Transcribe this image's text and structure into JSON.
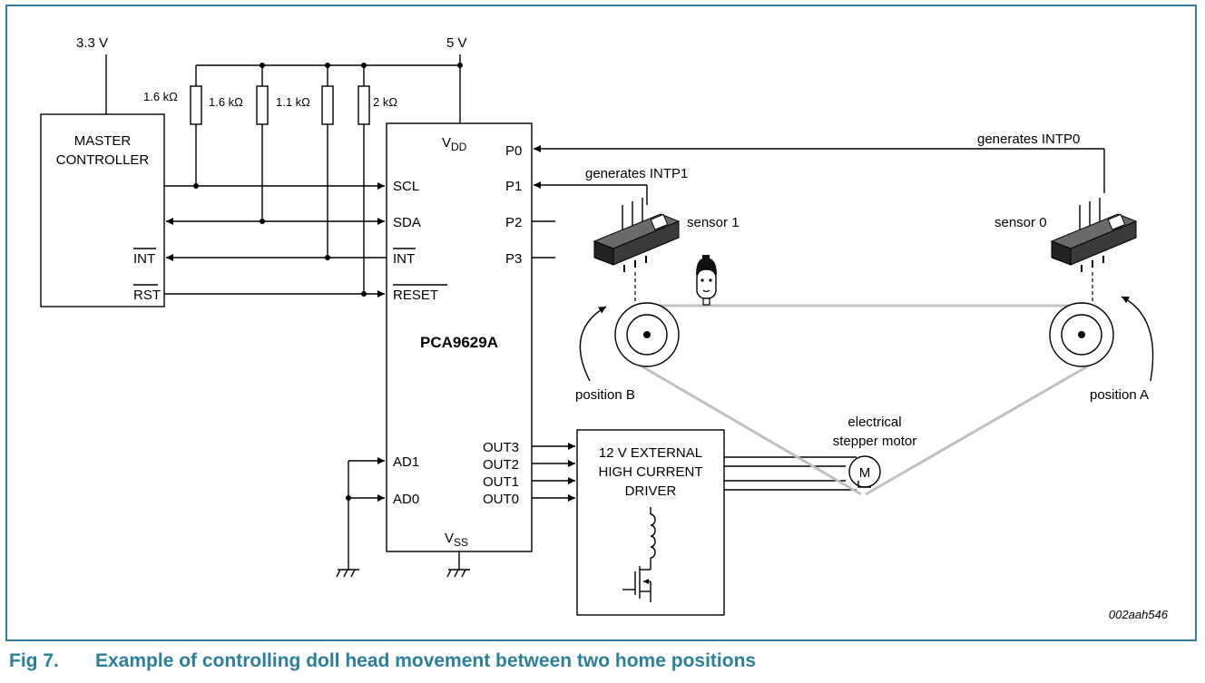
{
  "figure": {
    "caption_number": "Fig 7.",
    "caption_title": "Example of controlling doll head movement between two home positions",
    "code": "002aah546"
  },
  "power": {
    "v33": "3.3 V",
    "v5": "5 V"
  },
  "resistors": [
    "1.6 kΩ",
    "1.6 kΩ",
    "1.1 kΩ",
    "2 kΩ"
  ],
  "master": {
    "line1": "MASTER",
    "line2": "CONTROLLER",
    "int": "INT",
    "rst": "RST"
  },
  "chip": {
    "name": "PCA9629A",
    "vdd_main": "V",
    "vdd_sub": "DD",
    "vss_main": "V",
    "vss_sub": "SS",
    "scl": "SCL",
    "sda": "SDA",
    "int": "INT",
    "reset": "RESET",
    "ad1": "AD1",
    "ad0": "AD0",
    "p0": "P0",
    "p1": "P1",
    "p2": "P2",
    "p3": "P3",
    "out3": "OUT3",
    "out2": "OUT2",
    "out1": "OUT1",
    "out0": "OUT0"
  },
  "driver": {
    "line1": "12 V EXTERNAL",
    "line2": "HIGH CURRENT",
    "line3": "DRIVER"
  },
  "labels": {
    "sensor1": "sensor 1",
    "sensor0": "sensor 0",
    "intp1": "generates INTP1",
    "intp0": "generates INTP0",
    "positionB": "position B",
    "positionA": "position A",
    "motor1": "electrical",
    "motor2": "stepper motor",
    "motor_symbol": "M"
  },
  "colors": {
    "caption": "#2a7f9c",
    "frame": "#2f7f9a",
    "belt": "#c0c0c0"
  }
}
